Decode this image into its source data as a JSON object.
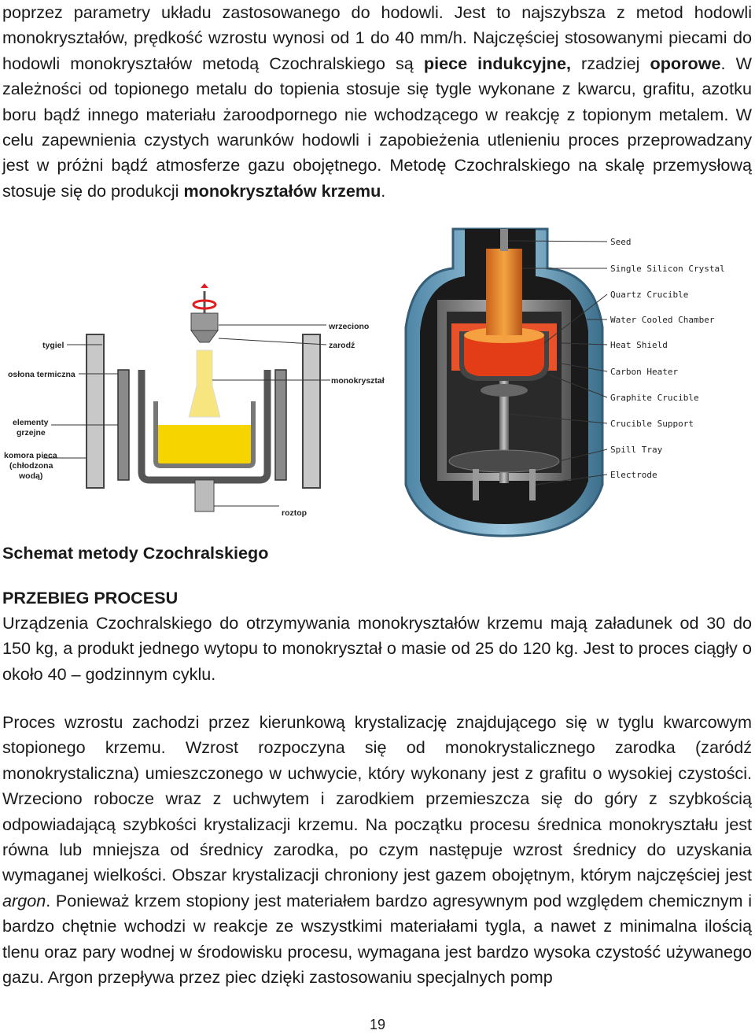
{
  "intro": {
    "s1": "poprzez parametry układu zastosowanego do hodowli. Jest to najszybsza z metod hodowli monokryształów, prędkość wzrostu wynosi od 1 do 40 mm/h. Najczęściej stosowanymi piecami do hodowli monokryształów metodą Czochralskiego są ",
    "b1": "piece indukcyjne,",
    "s2": " rzadziej ",
    "b2": "oporowe",
    "s3": ". W zależności od topionego metalu do topienia stosuje się tygle wykonane z kwarcu, grafitu, azotku boru bądź innego materiału żaroodpornego nie wchodzącego w reakcję z topionym metalem. W celu zapewnienia czystych warunków hodowli i zapobieżenia utlenieniu proces przeprowadzany jest w próżni bądź atmosferze gazu obojętnego. Metodę Czochralskiego na skalę przemysłową stosuje się do produkcji ",
    "b3": "monokryształów krzemu",
    "s4": "."
  },
  "diagram_left": {
    "labels": {
      "wrzeciono": "wrzeciono",
      "tygiel": "tygiel",
      "zarodz": "zarodź",
      "oslona": "osłona termiczna",
      "monokrysztal": "monokryształ",
      "elementy1": "elementy",
      "elementy2": "grzejne",
      "komora1": "komora pieca",
      "komora2": "(chłodzona",
      "komora3": "wodą)",
      "roztop": "roztop"
    }
  },
  "diagram_right": {
    "labels": {
      "seed": "Seed",
      "crystal": "Single Silicon Crystal",
      "quartz": "Quartz Crucible",
      "chamber": "Water Cooled Chamber",
      "shield": "Heat Shield",
      "heater": "Carbon Heater",
      "graphite": "Graphite Crucible",
      "support": "Crucible Support",
      "spill": "Spill Tray",
      "electrode": "Electrode"
    }
  },
  "figure_caption": "Schemat metody Czochralskiego",
  "section_title": "PRZEBIEG PROCESU",
  "para1": "Urządzenia Czochralskiego do otrzymywania monokryształów krzemu mają załadunek od 30 do 150 kg, a produkt jednego wytopu to monokryształ o masie od 25 do 120 kg. Jest to proces ciągły o około 40 – godzinnym cyklu.",
  "para2": {
    "t1": "Proces wzrostu zachodzi przez kierunkową krystalizację znajdującego się w tyglu kwarcowym stopionego krzemu. Wzrost rozpoczyna się od monokrystalicznego zarodka (zaródź monokrystaliczna) umieszczonego w uchwycie, który wykonany jest z grafitu o wysokiej czystości. Wrzeciono robocze wraz z uchwytem i zarodkiem przemieszcza się do góry z szybkością odpowiadającą szybkości krystalizacji krzemu. Na początku procesu średnica monokryształu jest równa lub mniejsza od średnicy zarodka, po czym następuje wzrost średnicy do uzyskania wymaganej wielkości. Obszar krystalizacji chroniony jest gazem obojętnym, którym najczęściej jest ",
    "i1": "argon",
    "t2": ". Ponieważ krzem stopiony jest materiałem bardzo agresywnym pod względem chemicznym i bardzo chętnie wchodzi w reakcje ze wszystkimi materiałami tygla, a nawet z minimalna ilością tlenu oraz pary wodnej w środowisku procesu, wymagana jest bardzo wysoka czystość używanego gazu. Argon przepływa przez piec dzięki zastosowaniu specjalnych pomp"
  },
  "page_number": "19",
  "colors": {
    "melt": "#f4d000",
    "heater": "#8a8a8a",
    "chamber": "#6fa8c8",
    "crucible_hot": "#e0401a"
  }
}
